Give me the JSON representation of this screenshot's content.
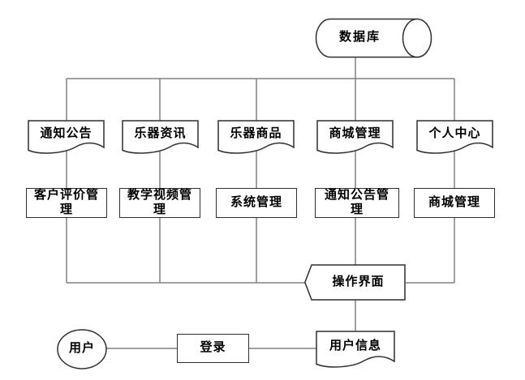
{
  "colors": {
    "background": "#ffffff",
    "connector_line": "#808080",
    "shape_border": "#2f2f2f",
    "text": "#000000"
  },
  "diagram": {
    "database": {
      "label": "数据库"
    },
    "modules": [
      {
        "label": "通知公告"
      },
      {
        "label": "乐器资讯"
      },
      {
        "label": "乐器商品"
      },
      {
        "label": "商城管理"
      },
      {
        "label": "个人中心"
      }
    ],
    "admin_functions": [
      {
        "label": "客户评价管理"
      },
      {
        "label": "教学视频管理"
      },
      {
        "label": "系统管理"
      },
      {
        "label": "通知公告管理"
      },
      {
        "label": "商城管理"
      }
    ],
    "operation_interface": {
      "label": "操作界面"
    },
    "user": {
      "label": "用户"
    },
    "login": {
      "label": "登录"
    },
    "user_info": {
      "label": "用户信息"
    }
  }
}
